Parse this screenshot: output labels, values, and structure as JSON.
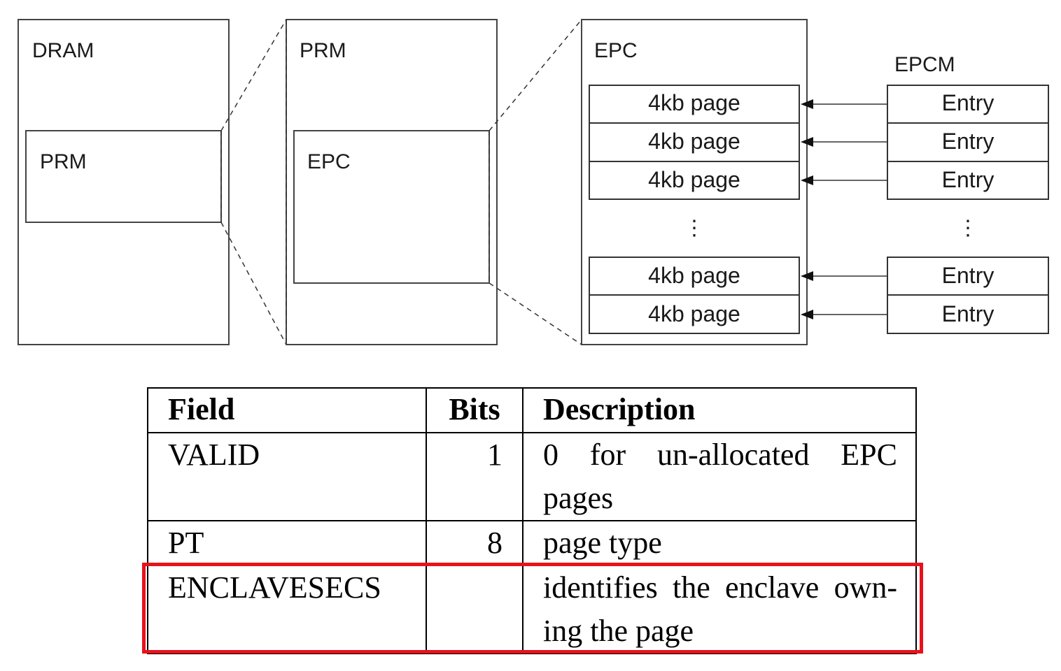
{
  "diagram": {
    "dram_label": "DRAM",
    "prm_inner_label": "PRM",
    "prm_label": "PRM",
    "epc_inner_label": "EPC",
    "epc_label": "EPC",
    "epcm_label": "EPCM",
    "epc_pages": [
      "4kb page",
      "4kb page",
      "4kb page",
      "4kb page",
      "4kb page"
    ],
    "epcm_entries": [
      "Entry",
      "Entry",
      "Entry",
      "Entry",
      "Entry"
    ],
    "ellipsis": "⋮"
  },
  "table": {
    "headers": [
      "Field",
      "Bits",
      "Description"
    ],
    "rows": [
      {
        "field": "VALID",
        "bits": "1",
        "description": "0 for un-allocated EPC pages"
      },
      {
        "field": "PT",
        "bits": "8",
        "description": "page type"
      },
      {
        "field": "ENCLAVESECS",
        "bits": "",
        "description": "identifies the enclave own-ing the page"
      }
    ],
    "highlight_color": "#e8121c"
  }
}
